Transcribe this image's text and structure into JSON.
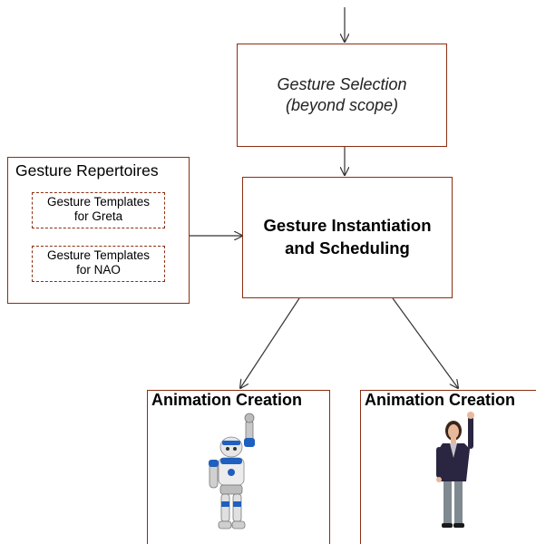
{
  "nodes": {
    "selection": {
      "line1": "Gesture Selection",
      "line2": "(beyond scope)"
    },
    "repertoires": {
      "title": "Gesture Repertoires",
      "greta": {
        "line1": "Gesture Templates",
        "line2": "for Greta"
      },
      "nao": {
        "line1": "Gesture Templates",
        "line2": "for NAO"
      }
    },
    "instantiation": {
      "line1": "Gesture Instantiation",
      "line2": "and Scheduling"
    },
    "animation_left": {
      "title": "Animation Creation"
    },
    "animation_right": {
      "title": "Animation Creation"
    }
  },
  "colors": {
    "border": "#8b2e12",
    "arrow": "#333333",
    "robot_blue": "#1f5fbf",
    "agent_jacket": "#2a2540"
  },
  "icons": {
    "robot": "nao-robot-icon",
    "agent": "greta-agent-icon"
  }
}
